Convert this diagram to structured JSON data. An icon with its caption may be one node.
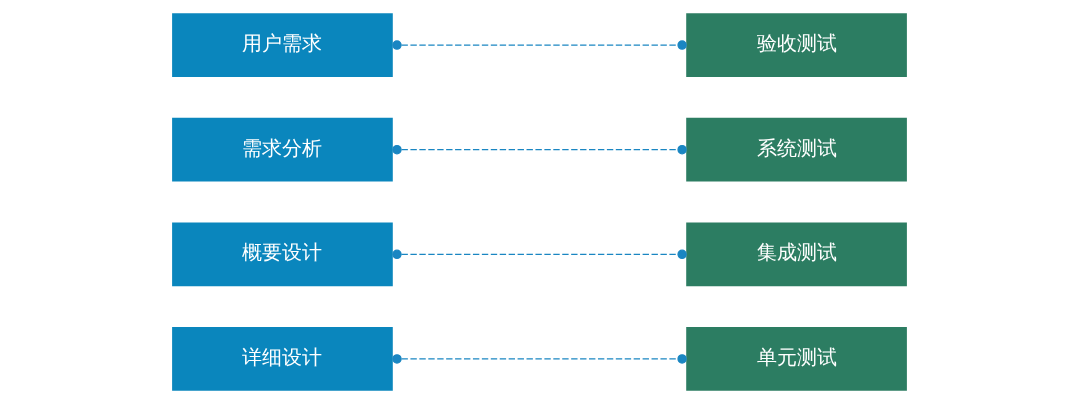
{
  "diagram": {
    "nodes": [
      {
        "text": [
          "用户需求"
        ]
      },
      {
        "text": [
          "验收测试"
        ]
      },
      {
        "text": [
          "需求分析"
        ]
      },
      {
        "text": [
          "系统测试"
        ]
      },
      {
        "text": [
          "概要设计"
        ]
      },
      {
        "text": [
          "集成测试"
        ]
      },
      {
        "text": [
          "详细设计"
        ]
      },
      {
        "text": [
          "单元测试"
        ]
      }
    ],
    "edges": [
      {
        "from": 0,
        "to": 1,
        "arrow": "other",
        "style": "dashed"
      },
      {
        "from": 2,
        "to": 3,
        "arrow": "other",
        "style": "dashed"
      },
      {
        "from": 4,
        "to": 5,
        "arrow": "other",
        "style": "dashed"
      },
      {
        "from": 6,
        "to": 7,
        "arrow": "other",
        "style": "dashed"
      }
    ]
  }
}
